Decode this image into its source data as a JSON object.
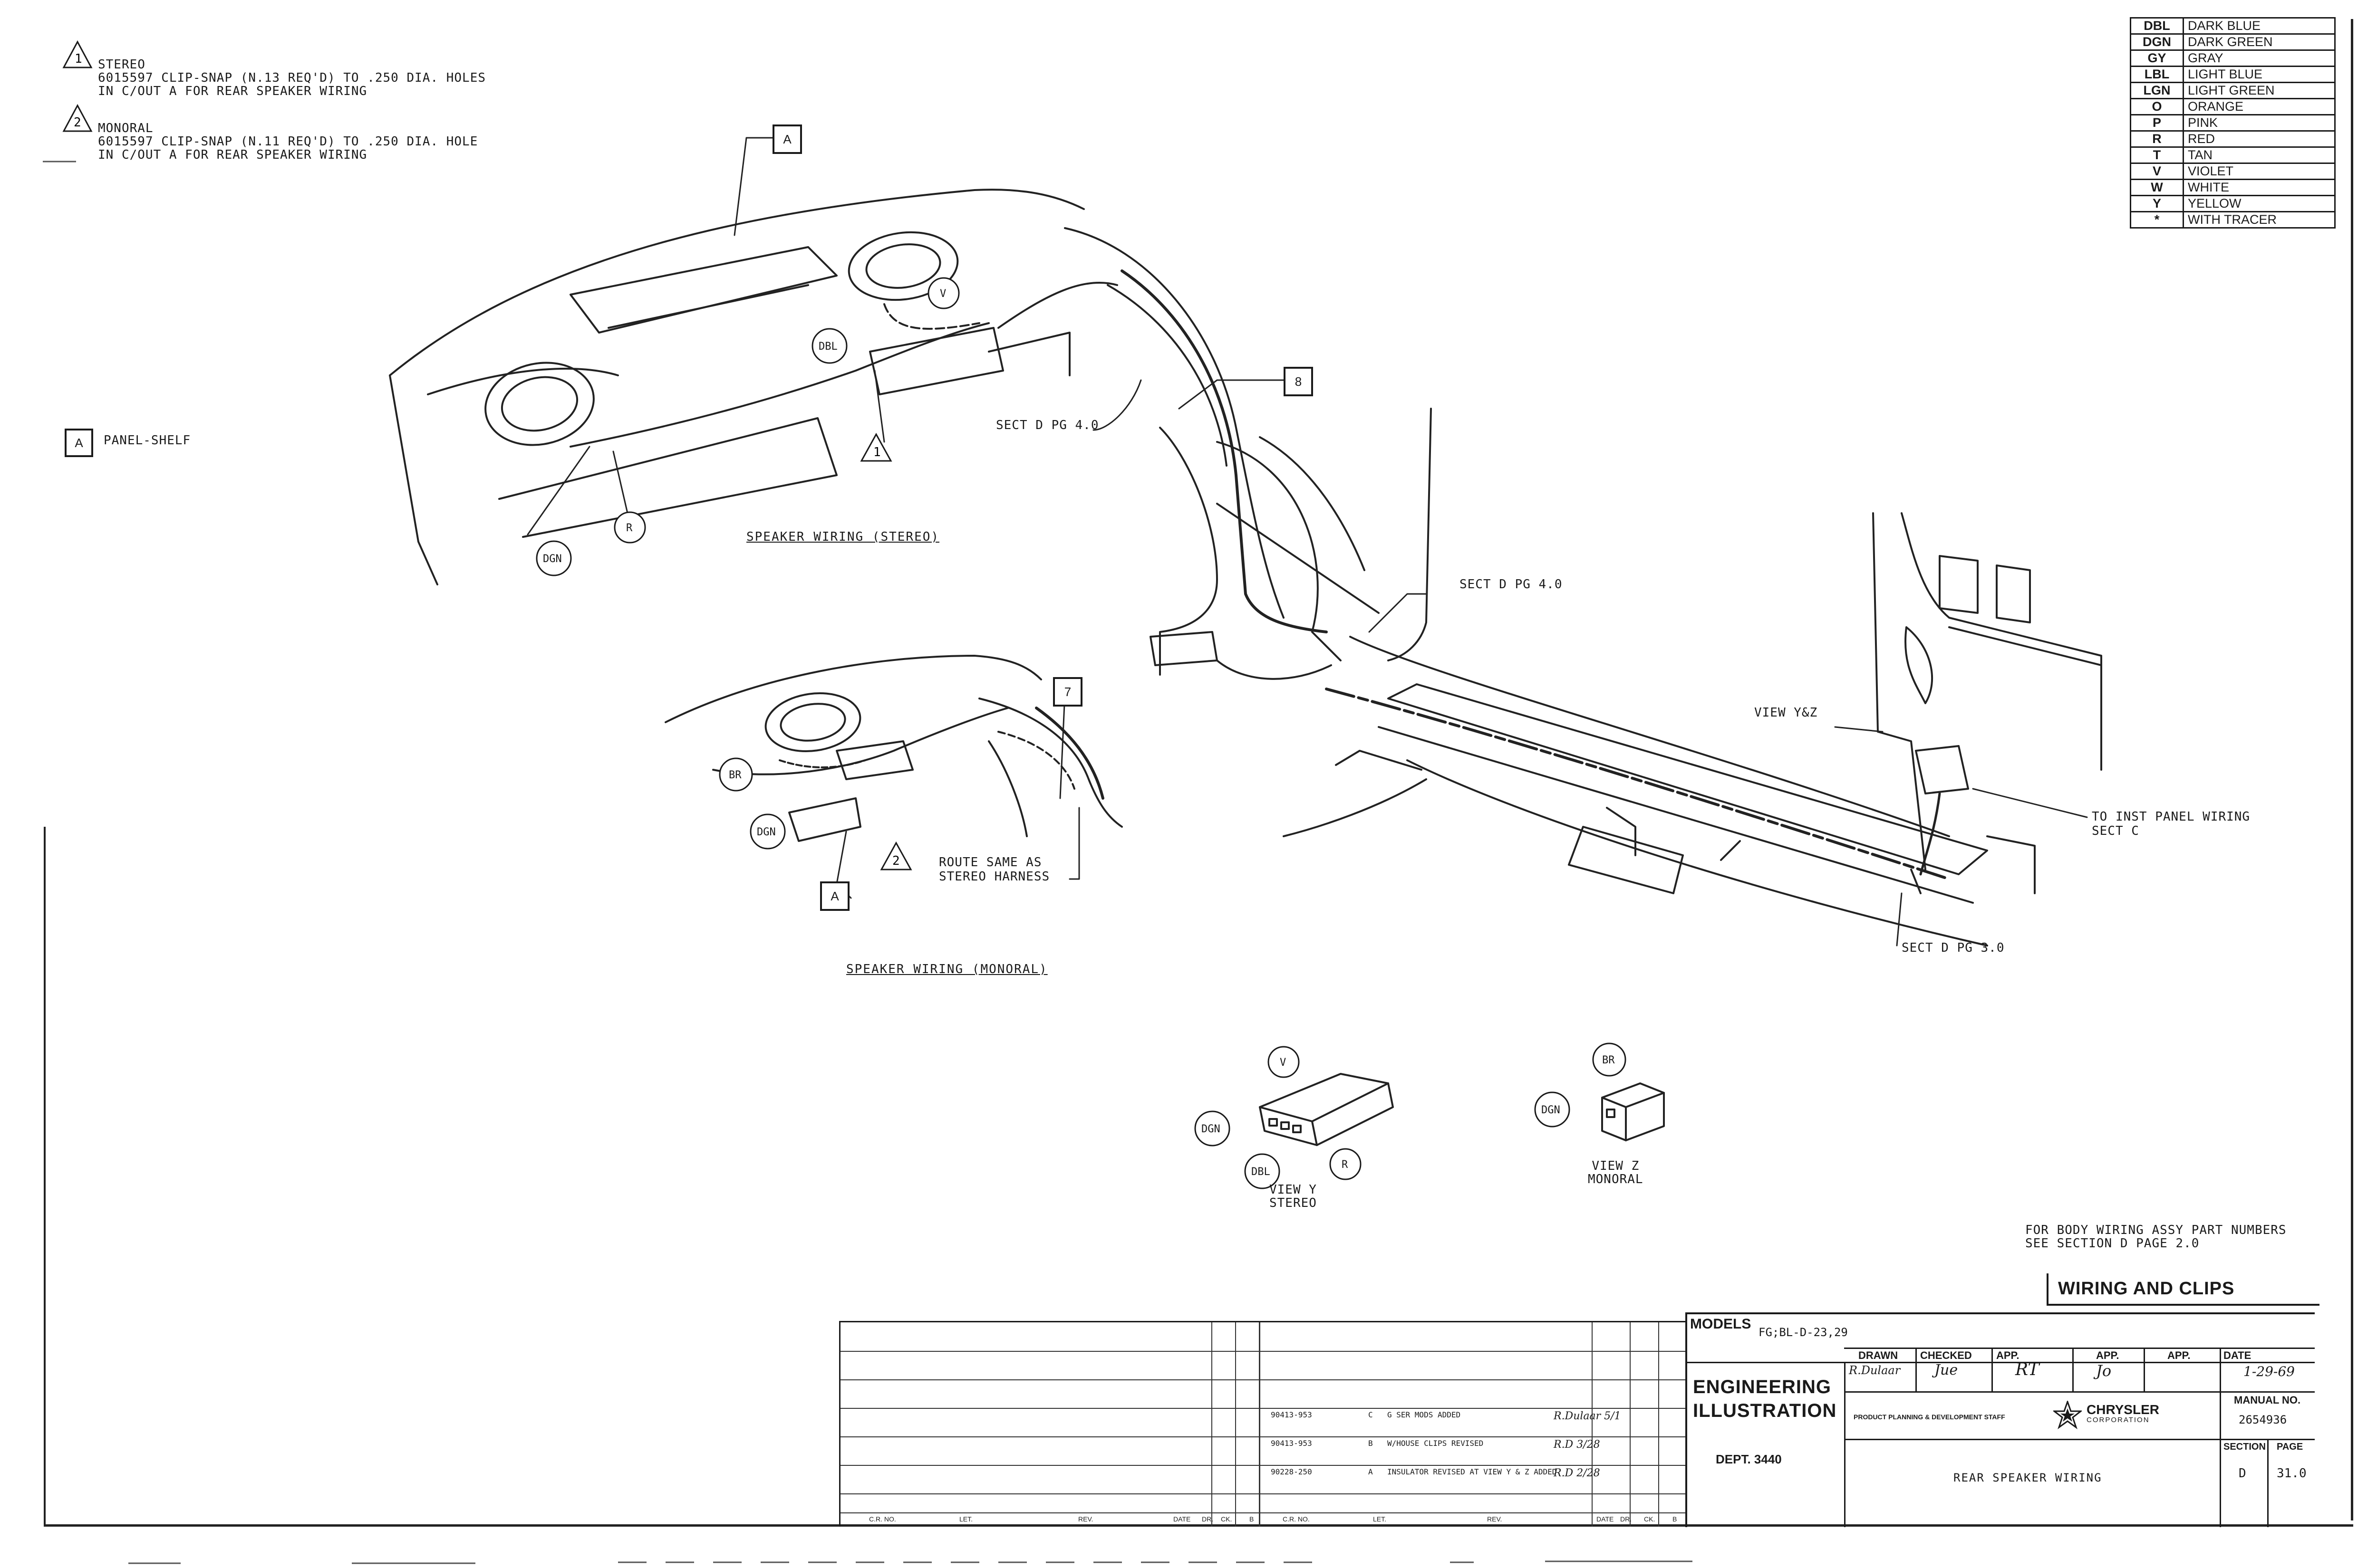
{
  "notes": [
    {
      "num": "1",
      "lines": [
        "STEREO",
        "6015597 CLIP-SNAP (N.13 REQ'D) TO .250 DIA. HOLES",
        "IN C/OUT A FOR REAR SPEAKER WIRING"
      ]
    },
    {
      "num": "2",
      "lines": [
        "MONORAL",
        "6015597 CLIP-SNAP (N.11 REQ'D) TO .250 DIA. HOLE",
        "IN C/OUT A FOR REAR SPEAKER WIRING"
      ]
    }
  ],
  "legend_key": {
    "letter": "A",
    "text": "PANEL-SHELF"
  },
  "color_legend": [
    {
      "code": "DBL",
      "name": "DARK BLUE"
    },
    {
      "code": "DGN",
      "name": "DARK GREEN"
    },
    {
      "code": "GY",
      "name": "GRAY"
    },
    {
      "code": "LBL",
      "name": "LIGHT BLUE"
    },
    {
      "code": "LGN",
      "name": "LIGHT GREEN"
    },
    {
      "code": "O",
      "name": "ORANGE"
    },
    {
      "code": "P",
      "name": "PINK"
    },
    {
      "code": "R",
      "name": "RED"
    },
    {
      "code": "T",
      "name": "TAN"
    },
    {
      "code": "V",
      "name": "VIOLET"
    },
    {
      "code": "W",
      "name": "WHITE"
    },
    {
      "code": "Y",
      "name": "YELLOW"
    },
    {
      "code": "*",
      "name": "WITH TRACER"
    }
  ],
  "callouts": {
    "a_top": "A",
    "b_upper": "8",
    "seven": "7",
    "a_bottom": "A",
    "tri1": "1",
    "tri2": "2",
    "dbl_top": "DBL",
    "v_top": "V",
    "dgn_top": "DGN",
    "r_top": "R",
    "br_mono": "BR",
    "dgn_mono": "DGN",
    "v_viewy": "V",
    "dgn_viewy": "DGN",
    "dbl_viewy": "DBL",
    "r_viewy": "R",
    "br_viewz": "BR",
    "dgn_viewz": "DGN"
  },
  "labels": {
    "sect_d_4_upper": "SECT D PG 4.0",
    "sect_d_4_mid": "SECT D PG 4.0",
    "sect_d_3": "SECT D PG 3.0",
    "view_yz": "VIEW Y&Z",
    "to_inst": "TO INST PANEL WIRING",
    "to_inst_2": "SECT C",
    "route_same": "ROUTE SAME AS",
    "route_same_2": "STEREO HARNESS",
    "view_y": "VIEW Y",
    "view_y_2": "STEREO",
    "view_z": "VIEW Z",
    "view_z_2": "MONORAL"
  },
  "captions": {
    "stereo": "SPEAKER WIRING (STEREO)",
    "monoral": "SPEAKER WIRING (MONORAL)"
  },
  "body_note": [
    "FOR BODY WIRING ASSY PART NUMBERS",
    "SEE SECTION D PAGE 2.0"
  ],
  "title_block": {
    "section_title": "WIRING AND CLIPS",
    "models_label": "MODELS",
    "models_value": "FG;BL-D-23,29",
    "drawn_label": "DRAWN",
    "checked_label": "CHECKED",
    "app_label": "APP.",
    "date_label": "DATE",
    "date_value": "1-29-69",
    "drawn_by": "R.Dulaar",
    "checked_by": "Jue",
    "app1_by": "RT",
    "app2_by": "Jo",
    "eng_1": "ENGINEERING",
    "eng_2": "ILLUSTRATION",
    "staff": "PRODUCT PLANNING & DEVELOPMENT STAFF",
    "chrysler": "CHRYSLER",
    "corporation": "CORPORATION",
    "manual_label": "MANUAL NO.",
    "manual_value": "2654936",
    "dept": "DEPT. 3440",
    "drawing_title": "REAR SPEAKER WIRING",
    "section_label": "SECTION",
    "page_label": "PAGE",
    "section_value": "D",
    "page_value": "31.0"
  },
  "revisions": [
    {
      "cr": "90413-953",
      "ltr": "C",
      "desc": "G SER MODS ADDED",
      "sig": "R.Dulaar 5/1"
    },
    {
      "cr": "90413-953",
      "ltr": "B",
      "desc": "W/HOUSE CLIPS REVISED",
      "sig": "R.D 3/28"
    },
    {
      "cr": "90228-250",
      "ltr": "A",
      "desc": "INSULATOR REVISED AT VIEW Y & Z ADDED",
      "sig": "R.D 2/28"
    }
  ],
  "rev_headers": [
    "C.R. NO.",
    "LET.",
    "REV.",
    "DATE",
    "DR.",
    "CK.",
    "B",
    "C.R. NO.",
    "LET.",
    "REV.",
    "DATE",
    "DR.",
    "CK.",
    "B"
  ]
}
